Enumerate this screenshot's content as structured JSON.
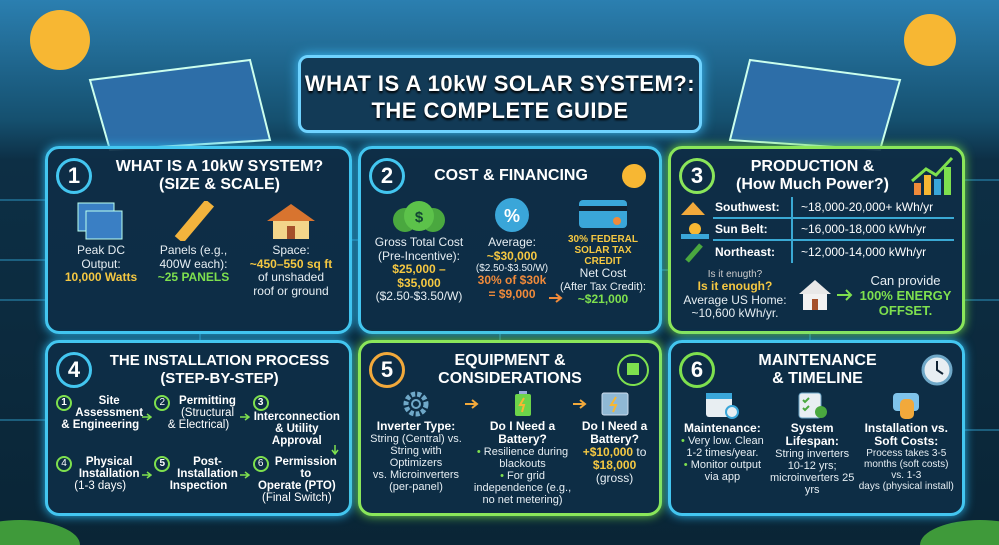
{
  "title": {
    "line1": "WHAT IS A 10kW SOLAR SYSTEM?:",
    "line2": "THE COMPLETE GUIDE"
  },
  "colors": {
    "accent_blue": "#43c6f0",
    "accent_green": "#8ae65a",
    "highlight_yellow": "#f5c842",
    "highlight_orange": "#f08a3a",
    "background": "#0b2a3c"
  },
  "panels": [
    {
      "number": "1",
      "title_line1": "WHAT IS A 10kW SYSTEM?",
      "title_line2": "(SIZE & SCALE)",
      "items": [
        {
          "icon": "solar-panels-icon",
          "text": [
            "Peak DC",
            "Output:"
          ],
          "highlight": "10,000 Watts"
        },
        {
          "icon": "ruler-icon",
          "text": [
            "Panels (e.g.,",
            "400W each):"
          ],
          "highlight": "~25 PANELS"
        },
        {
          "icon": "house-icon",
          "text": [
            "Space:"
          ],
          "highlight": "~450–550 sq ft",
          "after": [
            "of unshaded",
            "roof or ground"
          ]
        }
      ]
    },
    {
      "number": "2",
      "title": "COST & FINANCING",
      "gross": {
        "label": [
          "Gross Total Cost",
          "(Pre-Incentive):"
        ],
        "value": [
          "$25,000 –",
          "$35,000"
        ],
        "note": "($2.50-$3.50/W)"
      },
      "average": {
        "label": "Average:",
        "value": "~$30,000",
        "note": "($2.50-$3.50/W)",
        "credit": [
          "30% of $30k",
          "= $9,000"
        ]
      },
      "net": {
        "credit_title": [
          "30% FEDERAL",
          "SOLAR TAX CREDIT"
        ],
        "label": [
          "Net Cost",
          "(After Tax Credit):"
        ],
        "value": "~$21,000"
      }
    },
    {
      "number": "3",
      "title_line1": "PRODUCTION  &",
      "title_line2": "(How Much Power?)",
      "regions": [
        {
          "name": "Southwest:",
          "value": "~18,000-20,000+ kWh/yr"
        },
        {
          "name": "Sun Belt:",
          "value": "~16,000-18,000 kWh/yr"
        },
        {
          "name": "Northeast:",
          "value": "~12,000-14,000 kWh/yr"
        }
      ],
      "question_ghost": "Is it enugth?",
      "question": "Is it enough?",
      "avg_label": "Average US Home:",
      "avg_value": "~10,600 kWh/yr.",
      "offset_label": "Can provide",
      "offset_value": [
        "100% ENERGY",
        "OFFSET."
      ]
    },
    {
      "number": "4",
      "title_line1": "THE INSTALLATION PROCESS",
      "title_line2": "(STEP-BY-STEP)",
      "steps": [
        {
          "n": "1",
          "title": [
            "Site",
            "Assessment",
            "& Engineering"
          ],
          "sub": []
        },
        {
          "n": "2",
          "title": [
            "Permitting"
          ],
          "sub": [
            "(Structural",
            "& Electrical)"
          ]
        },
        {
          "n": "3",
          "title": [
            "Interconnection",
            "& Utility Approval"
          ],
          "sub": []
        },
        {
          "n": "4",
          "title": [
            "Physical",
            "Installation"
          ],
          "sub": [
            "(1-3 days)"
          ]
        },
        {
          "n": "5",
          "title": [
            "Post-",
            "Installation",
            "Inspection"
          ],
          "sub": []
        },
        {
          "n": "6",
          "title": [
            "Permission to",
            "Operate (PTO)"
          ],
          "sub": [
            "(Final Switch)"
          ]
        }
      ]
    },
    {
      "number": "5",
      "title_line1": "EQUIPMENT &",
      "title_line2": "CONSIDERATIONS",
      "inverter": {
        "title": "Inverter Type:",
        "text": [
          "String (Central) vs.",
          "String with Optimizers",
          "vs. Microinverters",
          "(per-panel)"
        ]
      },
      "battery": {
        "title": "Do I Need a Battery?",
        "bullets": [
          "Resilience during blackouts",
          "For grid independence (e.g., no net metering)"
        ]
      },
      "battery_cost": {
        "title": [
          "Do I Need a",
          "Battery?"
        ],
        "value1": "+$10,000",
        "mid": " to",
        "value2": "$18,000",
        "suffix": " (gross)"
      }
    },
    {
      "number": "6",
      "title_line1": "MAINTENANCE",
      "title_line2": "& TIMELINE",
      "maintenance": {
        "title": "Maintenance:",
        "bullets": [
          "Very low. Clean 1-2 times/year.",
          "Monitor output via app"
        ]
      },
      "lifespan": {
        "title": "System Lifespan:",
        "text": [
          "String inverters",
          "10-12 yrs;",
          "microinverters 25 yrs"
        ]
      },
      "soft": {
        "title": [
          "Installation vs.",
          "Soft Costs:"
        ],
        "text": [
          "Process takes 3-5",
          "months (soft costs) vs. 1-3",
          "days (physical install)"
        ]
      }
    }
  ]
}
